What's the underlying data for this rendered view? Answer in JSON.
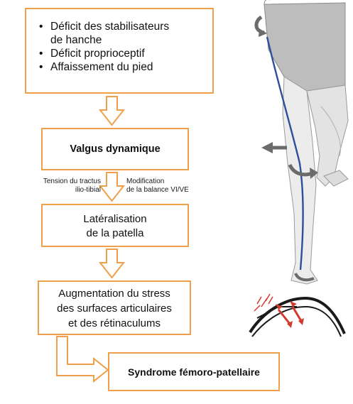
{
  "box1": {
    "items": [
      {
        "lines": [
          "Déficit des stabilisateurs",
          "de hanche"
        ]
      },
      {
        "lines": [
          "Déficit proprioceptif"
        ]
      },
      {
        "lines": [
          "Affaissement du pied"
        ]
      }
    ]
  },
  "box2": {
    "label": "Valgus dynamique"
  },
  "side_left": {
    "line1": "Tension du tractus",
    "line2": "ilio-tibial"
  },
  "side_right": {
    "line1": "Modification",
    "line2": "de la balance VI/VE"
  },
  "box3": {
    "line1": "Latéralisation",
    "line2": "de la patella"
  },
  "box4": {
    "line1": "Augmentation du stress",
    "line2": "des surfaces articulaires",
    "line3": "et des rétinaculums"
  },
  "box5": {
    "label": "Syndrome fémoro-patellaire"
  },
  "colors": {
    "box_border": "#f0a04a",
    "arrow": "#f0a04a",
    "leg_axis": "#2d4f9e",
    "rotation_arrow": "#6b6b6b",
    "red_marks": "#d23a2e"
  }
}
